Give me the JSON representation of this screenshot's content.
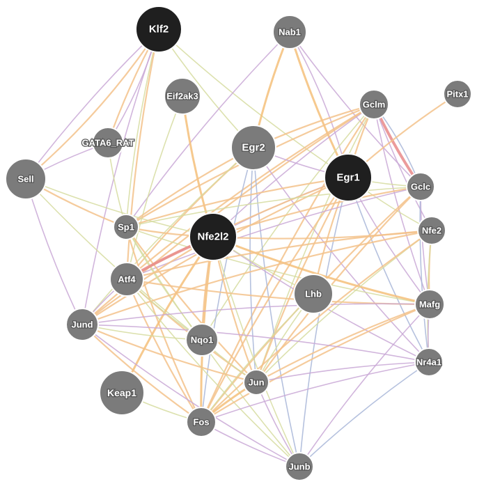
{
  "legend_colors": {
    "coexpression": "#c9a8d6",
    "physical": "#f5c07a",
    "predicted": "#f3c28b",
    "colocalization": "#a8b6d8",
    "genetic": "#d6dca0",
    "pathway": "#e8898a"
  },
  "node_colors": {
    "query": "#1f1f1f",
    "result": "#7b7b7b"
  },
  "nodes": [
    {
      "id": "Klf2",
      "label": "Klf2",
      "query": true
    },
    {
      "id": "Nab1",
      "label": "Nab1",
      "query": false
    },
    {
      "id": "Eif2ak3",
      "label": "Eif2ak3",
      "query": false
    },
    {
      "id": "Gclm",
      "label": "Gclm",
      "query": false
    },
    {
      "id": "Pitx1",
      "label": "Pitx1",
      "query": false
    },
    {
      "id": "GATA6_RAT",
      "label": "GATA6_RAT",
      "query": false
    },
    {
      "id": "Egr2",
      "label": "Egr2",
      "query": false
    },
    {
      "id": "Egr1",
      "label": "Egr1",
      "query": true
    },
    {
      "id": "Sell",
      "label": "Sell",
      "query": false
    },
    {
      "id": "Gclc",
      "label": "Gclc",
      "query": false
    },
    {
      "id": "Sp1",
      "label": "Sp1",
      "query": false
    },
    {
      "id": "Nfe2l2",
      "label": "Nfe2l2",
      "query": true
    },
    {
      "id": "Nfe2",
      "label": "Nfe2",
      "query": false
    },
    {
      "id": "Atf4",
      "label": "Atf4",
      "query": false
    },
    {
      "id": "Lhb",
      "label": "Lhb",
      "query": false
    },
    {
      "id": "Mafg",
      "label": "Mafg",
      "query": false
    },
    {
      "id": "Jund",
      "label": "Jund",
      "query": false
    },
    {
      "id": "Nqo1",
      "label": "Nqo1",
      "query": false
    },
    {
      "id": "Nr4a1",
      "label": "Nr4a1",
      "query": false
    },
    {
      "id": "Jun",
      "label": "Jun",
      "query": false
    },
    {
      "id": "Keap1",
      "label": "Keap1",
      "query": false
    },
    {
      "id": "Fos",
      "label": "Fos",
      "query": false
    },
    {
      "id": "Junb",
      "label": "Junb",
      "query": false
    }
  ],
  "edges": [
    {
      "source": "Klf2",
      "target": "Sell",
      "type": "coexpression"
    },
    {
      "source": "Klf2",
      "target": "Sell",
      "type": "predicted"
    },
    {
      "source": "Klf2",
      "target": "GATA6_RAT",
      "type": "predicted"
    },
    {
      "source": "Klf2",
      "target": "GATA6_RAT",
      "type": "coexpression"
    },
    {
      "source": "Klf2",
      "target": "Sp1",
      "type": "genetic"
    },
    {
      "source": "Klf2",
      "target": "Egr2",
      "type": "genetic"
    },
    {
      "source": "Klf2",
      "target": "Egr1",
      "type": "genetic"
    },
    {
      "source": "Klf2",
      "target": "Atf4",
      "type": "predicted"
    },
    {
      "source": "Klf2",
      "target": "Jund",
      "type": "coexpression"
    },
    {
      "source": "Nab1",
      "target": "Egr1",
      "type": "physical"
    },
    {
      "source": "Nab1",
      "target": "Egr1",
      "type": "coexpression"
    },
    {
      "source": "Nab1",
      "target": "Egr2",
      "type": "physical"
    },
    {
      "source": "Nab1",
      "target": "Sp1",
      "type": "coexpression"
    },
    {
      "source": "Nab1",
      "target": "Gclc",
      "type": "coexpression"
    },
    {
      "source": "Eif2ak3",
      "target": "Nfe2l2",
      "type": "physical"
    },
    {
      "source": "Eif2ak3",
      "target": "Atf4",
      "type": "genetic"
    },
    {
      "source": "Gclm",
      "target": "Gclc",
      "type": "pathway"
    },
    {
      "source": "Gclm",
      "target": "Gclc",
      "type": "colocalization"
    },
    {
      "source": "Gclm",
      "target": "Egr1",
      "type": "predicted"
    },
    {
      "source": "Gclm",
      "target": "Egr2",
      "type": "predicted"
    },
    {
      "source": "Gclm",
      "target": "Nfe2l2",
      "type": "coexpression"
    },
    {
      "source": "Gclm",
      "target": "Sp1",
      "type": "predicted"
    },
    {
      "source": "Gclm",
      "target": "Nfe2",
      "type": "coexpression"
    },
    {
      "source": "Gclm",
      "target": "Mafg",
      "type": "coexpression"
    },
    {
      "source": "Gclm",
      "target": "Atf4",
      "type": "predicted"
    },
    {
      "source": "Gclm",
      "target": "Jun",
      "type": "genetic"
    },
    {
      "source": "Gclm",
      "target": "Nqo1",
      "type": "genetic"
    },
    {
      "source": "Gclm",
      "target": "Fos",
      "type": "predicted"
    },
    {
      "source": "Gclm",
      "target": "Jund",
      "type": "predicted"
    },
    {
      "source": "Pitx1",
      "target": "Egr1",
      "type": "predicted"
    },
    {
      "source": "GATA6_RAT",
      "target": "Sp1",
      "type": "genetic"
    },
    {
      "source": "GATA6_RAT",
      "target": "Sell",
      "type": "coexpression"
    },
    {
      "source": "Egr2",
      "target": "Egr1",
      "type": "coexpression"
    },
    {
      "source": "Egr2",
      "target": "Jun",
      "type": "colocalization"
    },
    {
      "source": "Egr2",
      "target": "Fos",
      "type": "colocalization"
    },
    {
      "source": "Egr2",
      "target": "Junb",
      "type": "colocalization"
    },
    {
      "source": "Egr2",
      "target": "Nr4a1",
      "type": "coexpression"
    },
    {
      "source": "Egr2",
      "target": "Atf4",
      "type": "predicted"
    },
    {
      "source": "Egr2",
      "target": "Jund",
      "type": "genetic"
    },
    {
      "source": "Egr2",
      "target": "Sp1",
      "type": "predicted"
    },
    {
      "source": "Egr1",
      "target": "Jun",
      "type": "predicted"
    },
    {
      "source": "Egr1",
      "target": "Fos",
      "type": "predicted"
    },
    {
      "source": "Egr1",
      "target": "Junb",
      "type": "colocalization"
    },
    {
      "source": "Egr1",
      "target": "Nr4a1",
      "type": "colocalization"
    },
    {
      "source": "Egr1",
      "target": "Sp1",
      "type": "predicted"
    },
    {
      "source": "Egr1",
      "target": "Nfe2l2",
      "type": "coexpression"
    },
    {
      "source": "Egr1",
      "target": "Nfe2",
      "type": "genetic"
    },
    {
      "source": "Egr1",
      "target": "Mafg",
      "type": "coexpression"
    },
    {
      "source": "Egr1",
      "target": "Atf4",
      "type": "predicted"
    },
    {
      "source": "Egr1",
      "target": "Jund",
      "type": "predicted"
    },
    {
      "source": "Egr1",
      "target": "Lhb",
      "type": "predicted"
    },
    {
      "source": "Egr1",
      "target": "Gclc",
      "type": "genetic"
    },
    {
      "source": "Sell",
      "target": "Sp1",
      "type": "predicted"
    },
    {
      "source": "Sell",
      "target": "Jund",
      "type": "coexpression"
    },
    {
      "source": "Sell",
      "target": "Nfe2l2",
      "type": "genetic"
    },
    {
      "source": "Sell",
      "target": "Nqo1",
      "type": "genetic"
    },
    {
      "source": "Gclc",
      "target": "Nfe2l2",
      "type": "predicted"
    },
    {
      "source": "Gclc",
      "target": "Jun",
      "type": "predicted"
    },
    {
      "source": "Gclc",
      "target": "Fos",
      "type": "predicted"
    },
    {
      "source": "Gclc",
      "target": "Atf4",
      "type": "coexpression"
    },
    {
      "source": "Gclc",
      "target": "Mafg",
      "type": "coexpression"
    },
    {
      "source": "Gclc",
      "target": "Nr4a1",
      "type": "colocalization"
    },
    {
      "source": "Gclc",
      "target": "Sp1",
      "type": "genetic"
    },
    {
      "source": "Sp1",
      "target": "Nfe2l2",
      "type": "predicted"
    },
    {
      "source": "Sp1",
      "target": "Jun",
      "type": "predicted"
    },
    {
      "source": "Sp1",
      "target": "Fos",
      "type": "predicted"
    },
    {
      "source": "Sp1",
      "target": "Nqo1",
      "type": "genetic"
    },
    {
      "source": "Sp1",
      "target": "Junb",
      "type": "genetic"
    },
    {
      "source": "Sp1",
      "target": "Mafg",
      "type": "genetic"
    },
    {
      "source": "Nfe2l2",
      "target": "Atf4",
      "type": "pathway"
    },
    {
      "source": "Nfe2l2",
      "target": "Mafg",
      "type": "physical"
    },
    {
      "source": "Nfe2l2",
      "target": "Nfe2",
      "type": "predicted"
    },
    {
      "source": "Nfe2l2",
      "target": "Keap1",
      "type": "physical"
    },
    {
      "source": "Nfe2l2",
      "target": "Jun",
      "type": "predicted"
    },
    {
      "source": "Nfe2l2",
      "target": "Fos",
      "type": "physical"
    },
    {
      "source": "Nfe2l2",
      "target": "Nqo1",
      "type": "predicted"
    },
    {
      "source": "Nfe2l2",
      "target": "Junb",
      "type": "genetic"
    },
    {
      "source": "Nfe2l2",
      "target": "Jund",
      "type": "predicted"
    },
    {
      "source": "Nfe2l2",
      "target": "Nr4a1",
      "type": "coexpression"
    },
    {
      "source": "Nfe2l2",
      "target": "Lhb",
      "type": "genetic"
    },
    {
      "source": "Nfe2",
      "target": "Mafg",
      "type": "predicted"
    },
    {
      "source": "Nfe2",
      "target": "Nr4a1",
      "type": "genetic"
    },
    {
      "source": "Nfe2",
      "target": "Atf4",
      "type": "predicted"
    },
    {
      "source": "Nfe2",
      "target": "Jun",
      "type": "genetic"
    },
    {
      "source": "Nfe2",
      "target": "Fos",
      "type": "predicted"
    },
    {
      "source": "Nfe2",
      "target": "Jund",
      "type": "predicted"
    },
    {
      "source": "Atf4",
      "target": "Jun",
      "type": "predicted"
    },
    {
      "source": "Atf4",
      "target": "Fos",
      "type": "predicted"
    },
    {
      "source": "Atf4",
      "target": "Jund",
      "type": "coexpression"
    },
    {
      "source": "Atf4",
      "target": "Nqo1",
      "type": "genetic"
    },
    {
      "source": "Atf4",
      "target": "Junb",
      "type": "genetic"
    },
    {
      "source": "Atf4",
      "target": "Mafg",
      "type": "predicted"
    },
    {
      "source": "Lhb",
      "target": "Jun",
      "type": "genetic"
    },
    {
      "source": "Lhb",
      "target": "Fos",
      "type": "genetic"
    },
    {
      "source": "Mafg",
      "target": "Jun",
      "type": "predicted"
    },
    {
      "source": "Mafg",
      "target": "Fos",
      "type": "predicted"
    },
    {
      "source": "Mafg",
      "target": "Junb",
      "type": "coexpression"
    },
    {
      "source": "Mafg",
      "target": "Jund",
      "type": "coexpression"
    },
    {
      "source": "Mafg",
      "target": "Nr4a1",
      "type": "coexpression"
    },
    {
      "source": "Jund",
      "target": "Jun",
      "type": "predicted"
    },
    {
      "source": "Jund",
      "target": "Fos",
      "type": "predicted"
    },
    {
      "source": "Jund",
      "target": "Junb",
      "type": "coexpression"
    },
    {
      "source": "Jund",
      "target": "Nqo1",
      "type": "genetic"
    },
    {
      "source": "Nqo1",
      "target": "Jun",
      "type": "genetic"
    },
    {
      "source": "Nr4a1",
      "target": "Jun",
      "type": "coexpression"
    },
    {
      "source": "Nr4a1",
      "target": "Fos",
      "type": "coexpression"
    },
    {
      "source": "Nr4a1",
      "target": "Junb",
      "type": "colocalization"
    },
    {
      "source": "Nr4a1",
      "target": "Jund",
      "type": "coexpression"
    },
    {
      "source": "Jun",
      "target": "Fos",
      "type": "physical"
    },
    {
      "source": "Jun",
      "target": "Junb",
      "type": "coexpression"
    },
    {
      "source": "Fos",
      "target": "Junb",
      "type": "coexpression"
    },
    {
      "source": "Keap1",
      "target": "Fos",
      "type": "genetic"
    }
  ]
}
